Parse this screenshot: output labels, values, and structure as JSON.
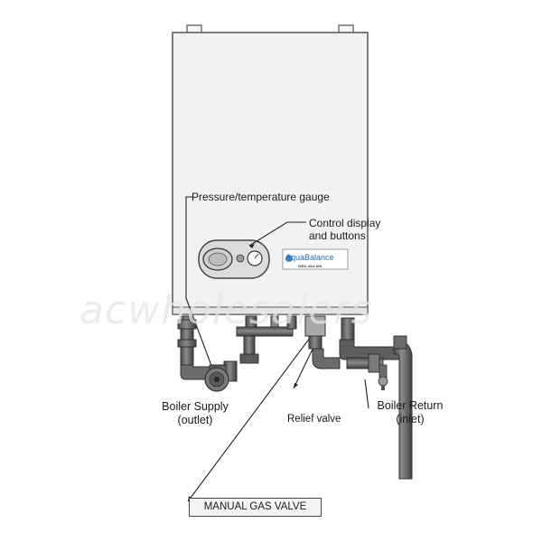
{
  "labels": {
    "pressure_gauge": "Pressure/temperature gauge",
    "control_display": "Control display",
    "control_buttons": "and buttons",
    "supply_line1": "Boiler Supply",
    "supply_line2": "(outlet)",
    "relief_valve": "Relief valve",
    "return_line1": "Boiler Return",
    "return_line2": "(inlet)",
    "gas_valve": "MANUAL GAS VALVE"
  },
  "branding": {
    "product": "AquaBalance",
    "maker": "WEIL-McLAIN",
    "watermark": "acwholesalers"
  },
  "colors": {
    "cabinet_fill": "#f2f2f2",
    "outline": "#555555",
    "pipe": "#6b6b6b",
    "pipe_dark": "#4a4a4a",
    "brand_blue": "#2c6aa6"
  }
}
